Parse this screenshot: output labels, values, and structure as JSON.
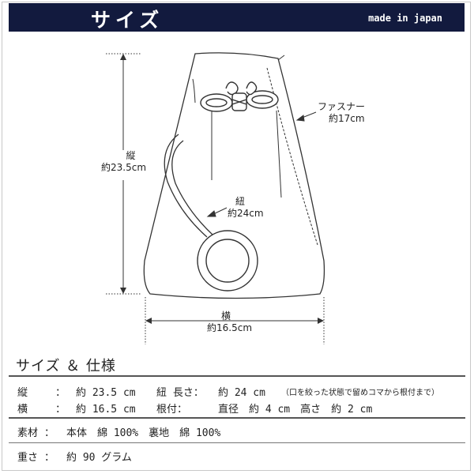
{
  "header": {
    "title": "サイズ",
    "made_in": "made in japan"
  },
  "diagram": {
    "height_label": "縦",
    "height_value": "約23.5cm",
    "zipper_label": "ファスナー",
    "zipper_value": "約17cm",
    "cord_label": "紐",
    "cord_value": "約24cm",
    "width_label": "横",
    "width_value": "約16.5cm"
  },
  "spec": {
    "title": "サイズ ＆ 仕様",
    "row1": {
      "label": "縦",
      "colon": "：",
      "value": "約 23.5 cm",
      "label2": "紐 長さ：",
      "value2": "約 24 cm",
      "note": "（口を絞った状態で留めコマから根付まで）"
    },
    "row2": {
      "label": "横",
      "colon": "：",
      "value": "約 16.5 cm",
      "label2": "根付：",
      "value2": "直径　約 4 cm　高さ　約 2 cm"
    },
    "row3": {
      "label": "素材",
      "colon": "：",
      "value": "本体　綿 100%　裏地　綿 100%"
    },
    "row4": {
      "label": "重さ",
      "colon": "：",
      "value": "約 90 グラム"
    }
  }
}
